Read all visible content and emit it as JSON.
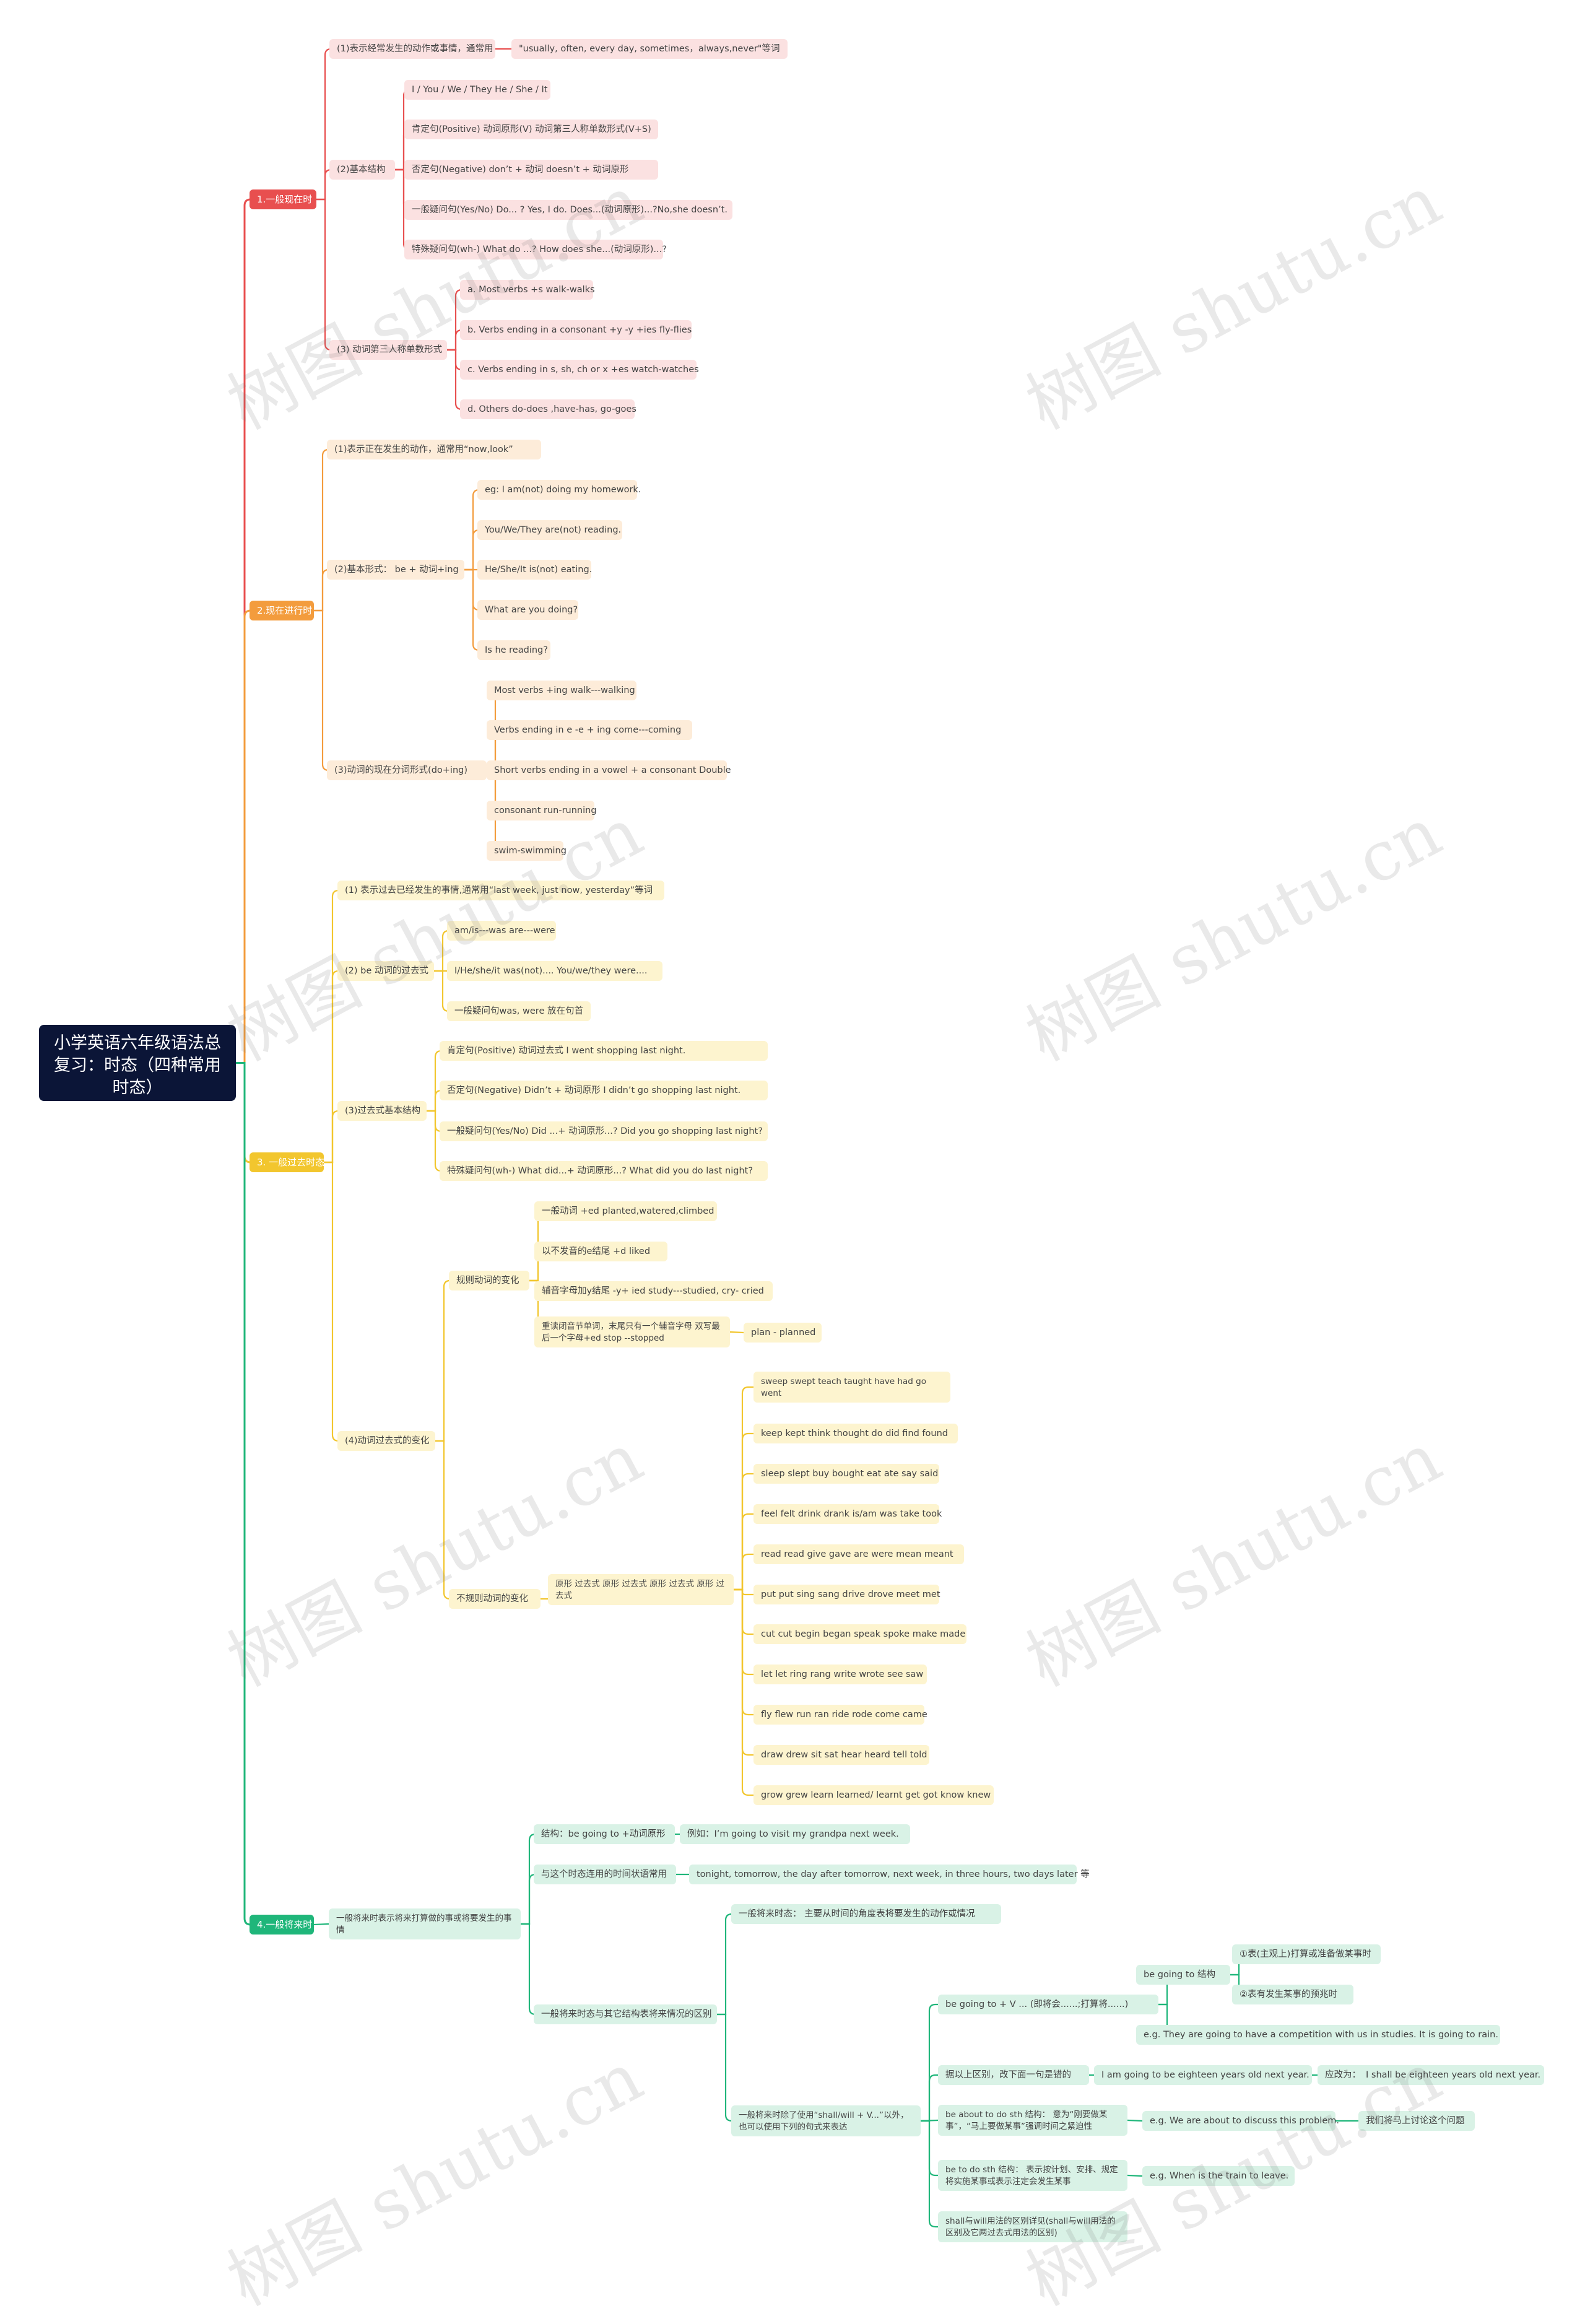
{
  "root": {
    "title": "小学英语六年级语法总复习：时态（四种常用时态）"
  },
  "colors": {
    "root": "#0b1537",
    "b1": "#e84f4f",
    "b2": "#f39c3d",
    "b3": "#f2c62e",
    "b4": "#1fb67a",
    "b1_leaf": "#fbe1e1",
    "b2_leaf": "#fdecd9",
    "b3_leaf": "#fdf4cf",
    "b4_leaf": "#d9f2e6"
  },
  "branches": [
    {
      "label": "1.一般现在时",
      "children": [
        {
          "label": "(1)表示经常发生的动作或事情，通常用",
          "children": [
            {
              "label": "\"usually, often, every day, sometimes，always,never\"等词"
            }
          ]
        },
        {
          "label": "(2)基本结构",
          "children": [
            {
              "label": "I / You / We / They He / She / It"
            },
            {
              "label": "肯定句(Positive) 动词原形(V) 动词第三人称单数形式(V+S)"
            },
            {
              "label": "否定句(Negative) don’t + 动词 doesn’t + 动词原形"
            },
            {
              "label": "一般疑问句(Yes/No) Do... ? Yes, I do. Does...(动词原形)...?No,she doesn’t."
            },
            {
              "label": "特殊疑问句(wh-) What do ...? How does she...(动词原形)...?"
            }
          ]
        },
        {
          "label": "(3) 动词第三人称单数形式",
          "children": [
            {
              "label": "a. Most verbs +s walk-walks"
            },
            {
              "label": "b. Verbs ending in a consonant +y -y +ies fly-flies"
            },
            {
              "label": "c. Verbs ending in s, sh, ch or x +es watch-watches"
            },
            {
              "label": "d. Others do-does ,have-has, go-goes"
            }
          ]
        }
      ]
    },
    {
      "label": "2.现在进行时",
      "children": [
        {
          "label": "(1)表示正在发生的动作，通常用“now,look”"
        },
        {
          "label": "(2)基本形式： be + 动词+ing",
          "children": [
            {
              "label": "eg: I am(not) doing my homework."
            },
            {
              "label": "You/We/They are(not) reading."
            },
            {
              "label": "He/She/It is(not) eating."
            },
            {
              "label": "What are you doing?"
            },
            {
              "label": "Is he reading?"
            }
          ]
        },
        {
          "label": "(3)动词的现在分词形式(do+ing)",
          "children": [
            {
              "label": "Most verbs +ing walk---walking"
            },
            {
              "label": "Verbs ending in e -e + ing come---coming"
            },
            {
              "label": "Short verbs ending in a vowel + a consonant Double"
            },
            {
              "label": "consonant run-running"
            },
            {
              "label": "swim-swimming"
            }
          ]
        }
      ]
    },
    {
      "label": "3. 一般过去时态",
      "children": [
        {
          "label": "(1) 表示过去已经发生的事情,通常用“last week, just now, yesterday”等词"
        },
        {
          "label": "(2) be 动词的过去式",
          "children": [
            {
              "label": "am/is---was are---were"
            },
            {
              "label": "I/He/she/it was(not).... You/we/they were...."
            },
            {
              "label": "一般疑问句was, were 放在句首"
            }
          ]
        },
        {
          "label": "(3)过去式基本结构",
          "children": [
            {
              "label": "肯定句(Positive) 动词过去式 I went shopping last night."
            },
            {
              "label": "否定句(Negative) Didn’t + 动词原形 I didn’t go shopping last night."
            },
            {
              "label": "一般疑问句(Yes/No) Did ...+ 动词原形...? Did you go shopping last night?"
            },
            {
              "label": "特殊疑问句(wh-) What did...+ 动词原形...? What did you do last night?"
            }
          ]
        },
        {
          "label": "(4)动词过去式的变化",
          "children": [
            {
              "label": "规则动词的变化",
              "children": [
                {
                  "label": "一般动词 +ed planted,watered,climbed"
                },
                {
                  "label": "以不发音的e结尾 +d liked"
                },
                {
                  "label": "辅音字母加y结尾 -y+ ied study---studied, cry- cried"
                },
                {
                  "label": "重读闭音节单词，末尾只有一个辅音字母 双写最后一个字母+ed stop --stopped",
                  "children": [
                    {
                      "label": "plan - planned"
                    }
                  ]
                }
              ]
            },
            {
              "label": "不规则动词的变化",
              "children": [
                {
                  "label": "原形 过去式 原形 过去式 原形 过去式 原形 过去式",
                  "children": [
                    {
                      "label": "sweep swept teach taught have had go went"
                    },
                    {
                      "label": "keep kept think thought do did find found"
                    },
                    {
                      "label": "sleep slept buy bought eat ate say said"
                    },
                    {
                      "label": "feel felt drink drank is/am was take took"
                    },
                    {
                      "label": "read read give gave are were mean meant"
                    },
                    {
                      "label": "put put sing sang drive drove meet met"
                    },
                    {
                      "label": "cut cut begin began speak spoke make made"
                    },
                    {
                      "label": "let let ring rang write wrote see saw"
                    },
                    {
                      "label": "fly flew run ran ride rode come came"
                    },
                    {
                      "label": "draw drew sit sat hear heard tell told"
                    },
                    {
                      "label": "grow grew learn learned/ learnt get got know knew"
                    }
                  ]
                }
              ]
            }
          ]
        }
      ]
    },
    {
      "label": "4.一般将来时",
      "children": [
        {
          "label": "一般将来时表示将来打算做的事或将要发生的事情",
          "children": [
            {
              "label": "结构：be going to +动词原形",
              "children": [
                {
                  "label": "例如：I’m going to visit my grandpa next week."
                }
              ]
            },
            {
              "label": "与这个时态连用的时间状语常用",
              "children": [
                {
                  "label": "tonight, tomorrow, the day after tomorrow, next week, in three hours, two days later 等"
                }
              ]
            },
            {
              "label": "一般将来时态与其它结构表将来情况的区别",
              "children": [
                {
                  "label": "一般将来时态： 主要从时间的角度表将要发生的动作或情况"
                },
                {
                  "label": "一般将来时除了使用“shall/will + V...”以外，也可以使用下列的句式来表达",
                  "children": [
                    {
                      "label": "be going to + V ... (即将会......;打算将......)",
                      "children": [
                        {
                          "label": "be going to 结构",
                          "children": [
                            {
                              "label": "①表(主观上)打算或准备做某事时"
                            },
                            {
                              "label": "②表有发生某事的预兆时"
                            }
                          ]
                        },
                        {
                          "label": "e.g. They are going to have a competition with us in studies. It is going to rain."
                        }
                      ]
                    },
                    {
                      "label": "据以上区别，改下面一句是错的",
                      "children": [
                        {
                          "label": "I am going to be eighteen years old next year.",
                          "children": [
                            {
                              "label": "应改为：",
                              "children": [
                                {
                                  "label": "I shall be eighteen years old next year."
                                }
                              ]
                            }
                          ]
                        }
                      ]
                    },
                    {
                      "label": "be about to do sth 结构： 意为“刚要做某事”，“马上要做某事”强调时间之紧迫性",
                      "children": [
                        {
                          "label": "e.g. We are about to discuss this problem.",
                          "children": [
                            {
                              "label": "我们将马上讨论这个问题"
                            }
                          ]
                        }
                      ]
                    },
                    {
                      "label": "be to do sth 结构： 表示按计划、安排、规定将实施某事或表示注定会发生某事",
                      "children": [
                        {
                          "label": "e.g. When is the train to leave."
                        }
                      ]
                    },
                    {
                      "label": "shall与will用法的区别详见(shall与will用法的区别及它两过去式用法的区别)"
                    }
                  ]
                }
              ]
            }
          ]
        }
      ]
    }
  ],
  "watermark": "树图 shutu.cn"
}
